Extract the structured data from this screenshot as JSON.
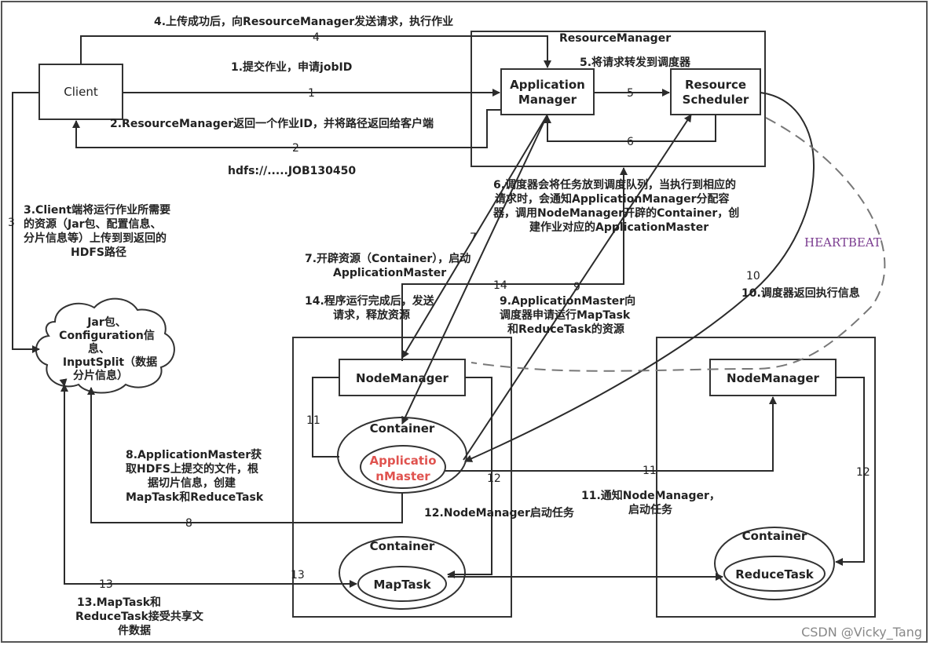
{
  "nodes": {
    "client": "Client",
    "resource_manager": "ResourceManager",
    "app_manager": [
      "Application",
      "Manager"
    ],
    "resource_scheduler": [
      "Resource",
      "Scheduler"
    ],
    "hdfs_cloud": [
      "Jar包、",
      "Configuration信",
      "息、",
      "InputSplit（数据",
      "分片信息）"
    ],
    "node_manager_left": "NodeManager",
    "node_manager_right": "NodeManager",
    "container_am": "Container",
    "app_master": [
      "Applicatio",
      "nMaster"
    ],
    "container_map": "Container",
    "map_task": "MapTask",
    "container_reduce": "Container",
    "reduce_task": "ReduceTask",
    "heartbeat": "HEARTBEAT"
  },
  "steps": {
    "s1": "1.提交作业，申请jobID",
    "s2": "2.ResourceManager返回一个作业ID，并将路径返回给客户端",
    "s2b": "hdfs://.....JOB130450",
    "s3": [
      "3.Client端将运行作业所需要",
      "的资源（Jar包、配置信息、",
      "分片信息等）上传到到返回的",
      "HDFS路径"
    ],
    "s4": "4.上传成功后，向ResourceManager发送请求，执行作业",
    "s5": "5.将请求转发到调度器",
    "s6": [
      "6.调度器会将任务放到调度队列，当执行到相应的",
      "请求时，会通知ApplicationManager分配容",
      "器，调用NodeManager开辟的Container，创",
      "建作业对应的ApplicationMaster"
    ],
    "s7": [
      "7.开辟资源（Container），启动",
      "ApplicationMaster"
    ],
    "s8": [
      "8.ApplicationMaster获",
      "取HDFS上提交的文件，根",
      "据切片信息，创建",
      "MapTask和ReduceTask"
    ],
    "s9": [
      "9.ApplicationMaster向",
      "调度器申请运行MapTask",
      "和ReduceTask的资源"
    ],
    "s10": "10.调度器返回执行信息",
    "s11": [
      "11.通知NodeManager，",
      "启动任务"
    ],
    "s12": "12.NodeManager启动任务",
    "s13": [
      "13.MapTask和",
      "ReduceTask接受共享文",
      "件数据"
    ],
    "s14": [
      "14.程序运行完成后，发送",
      "请求，释放资源"
    ]
  },
  "nums": [
    "1",
    "2",
    "3",
    "4",
    "5",
    "6",
    "7",
    "8",
    "9",
    "10",
    "11",
    "11",
    "12",
    "12",
    "13",
    "13",
    "14"
  ],
  "colors": {
    "line": "#2b2b2b",
    "app_master_text": "#e0534f",
    "heartbeat": "#7a3b8f"
  },
  "watermark": "CSDN @Vicky_Tang"
}
